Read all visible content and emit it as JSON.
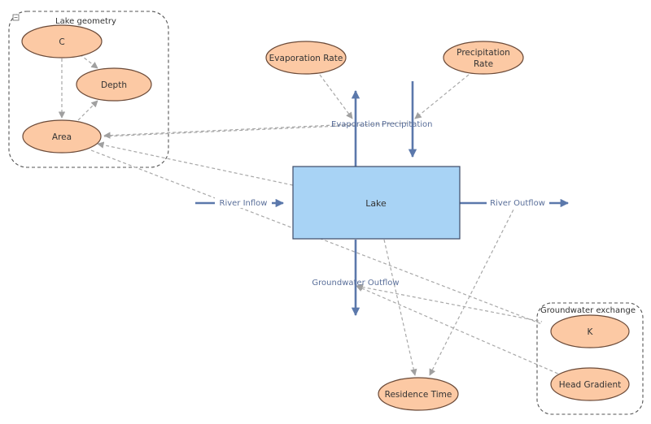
{
  "groups": {
    "lake_geometry": {
      "label": "Lake geometry",
      "collapse_icon": "collapse-box-icon"
    },
    "groundwater_exchange": {
      "label": "Groundwater exchange"
    }
  },
  "stock": {
    "label": "Lake"
  },
  "variables": {
    "c": "C",
    "depth": "Depth",
    "area": "Area",
    "evaporation_rate": "Evaporation Rate",
    "precipitation_rate_line1": "Precipitation",
    "precipitation_rate_line2": "Rate",
    "k": "K",
    "head_gradient": "Head Gradient",
    "residence_time": "Residence Time"
  },
  "flows": {
    "evaporation": "Evaporation",
    "precipitation": "Precipitation",
    "river_inflow": "River Inflow",
    "river_outflow": "River Outflow",
    "groundwater_outflow": "Groundwater Outflow"
  },
  "colors": {
    "aux_fill": "#fcc9a4",
    "aux_stroke": "#6b4a38",
    "stock_fill": "#a8d3f5",
    "stock_stroke": "#3d4a66",
    "flow": "#5b78ab",
    "link": "#a8a8a8",
    "group_border": "#555555"
  }
}
